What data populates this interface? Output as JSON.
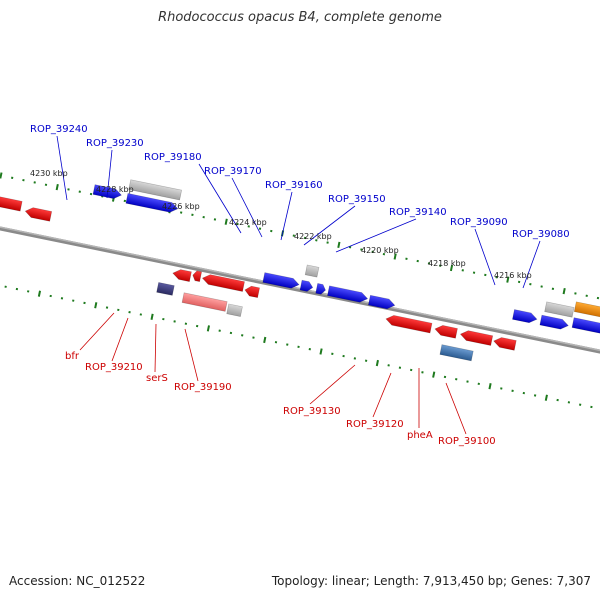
{
  "header": {
    "title": "Rhodococcus opacus B4, complete genome"
  },
  "footer": {
    "accession": "Accession: NC_012522",
    "summary": "Topology: linear; Length: 7,913,450 bp; Genes: 7,307"
  },
  "colors": {
    "forward_gene": "#1a1ae6",
    "reverse_gene": "#e61a1a",
    "forward_label": "#0000cc",
    "reverse_label": "#cc0000",
    "backbone": "#888888",
    "ticks": "#1e7a1e",
    "pseudo_gray": "#aaaaaa",
    "orange_gene": "#f08a00",
    "steel_blue_gene": "#3a72a8",
    "dark_purple_gene": "#3a3a7a",
    "pink_gene": "#f08080"
  },
  "scale_labels": [
    "4230 kbp",
    "4228 kbp",
    "4226 kbp",
    "4224 kbp",
    "4222 kbp",
    "4220 kbp",
    "4218 kbp",
    "4216 kbp"
  ],
  "forward_labels": [
    "ROP_39240",
    "ROP_39230",
    "ROP_39180",
    "ROP_39170",
    "ROP_39160",
    "ROP_39150",
    "ROP_39140",
    "ROP_39090",
    "ROP_39080"
  ],
  "reverse_labels": [
    "bfr",
    "ROP_39210",
    "serS",
    "ROP_39190",
    "ROP_39130",
    "ROP_39120",
    "pheA",
    "ROP_39100"
  ]
}
